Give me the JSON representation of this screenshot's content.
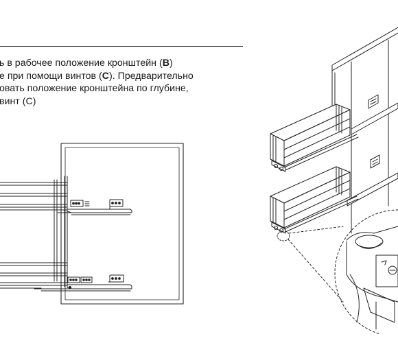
{
  "instruction": {
    "line1_pre": "ь в рабочее положение кронштейн (",
    "line1_bold": "B",
    "line1_post": ")",
    "line2_pre": "е при помощи винтов (",
    "line2_bold": "C",
    "line2_post": "). Предварительно",
    "line3": "овать положение кронштейна по глубине,",
    "line4": "винт (С)"
  },
  "figures": {
    "left": "side-view-basket-installation",
    "right": "isometric-cabinet-with-baskets",
    "detail": "zoom-detail-screw"
  }
}
